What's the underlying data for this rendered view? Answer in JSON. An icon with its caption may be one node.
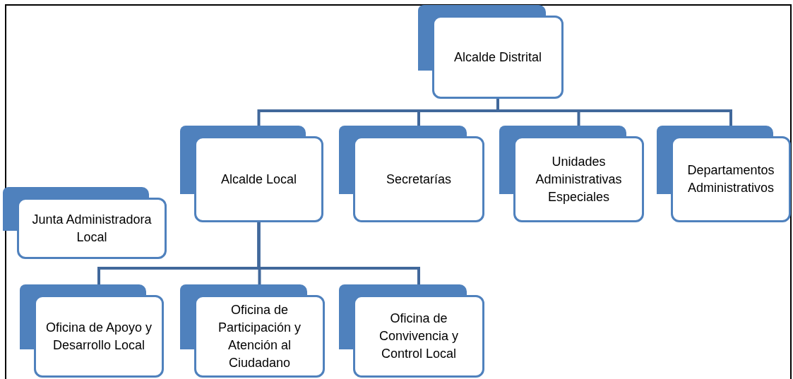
{
  "diagram": {
    "nodes": [
      {
        "text": [
          "Alcalde Distrital"
        ]
      },
      {
        "text": [
          "Alcalde Local"
        ]
      },
      {
        "text": [
          "Secretarías"
        ]
      },
      {
        "text": [
          "Unidades Administrativas Especiales"
        ]
      },
      {
        "text": [
          "Departamentos Administrativos"
        ]
      },
      {
        "text": [
          "Junta Administradora Local"
        ]
      },
      {
        "text": [
          "Oficina de Apoyo y Desarrollo Local"
        ]
      },
      {
        "text": [
          "Oficina de Participación y Atención al Ciudadano"
        ]
      },
      {
        "text": [
          "Oficina de Convivencia y Control Local"
        ]
      }
    ],
    "edges": [
      {
        "from": 0,
        "to": 1,
        "arrow": "none"
      },
      {
        "from": 0,
        "to": 2,
        "arrow": "none"
      },
      {
        "from": 0,
        "to": 3,
        "arrow": "none"
      },
      {
        "from": 0,
        "to": 4,
        "arrow": "none"
      },
      {
        "from": 1,
        "to": 6,
        "arrow": "none"
      },
      {
        "from": 1,
        "to": 7,
        "arrow": "none"
      },
      {
        "from": 1,
        "to": 8,
        "arrow": "none"
      }
    ]
  }
}
